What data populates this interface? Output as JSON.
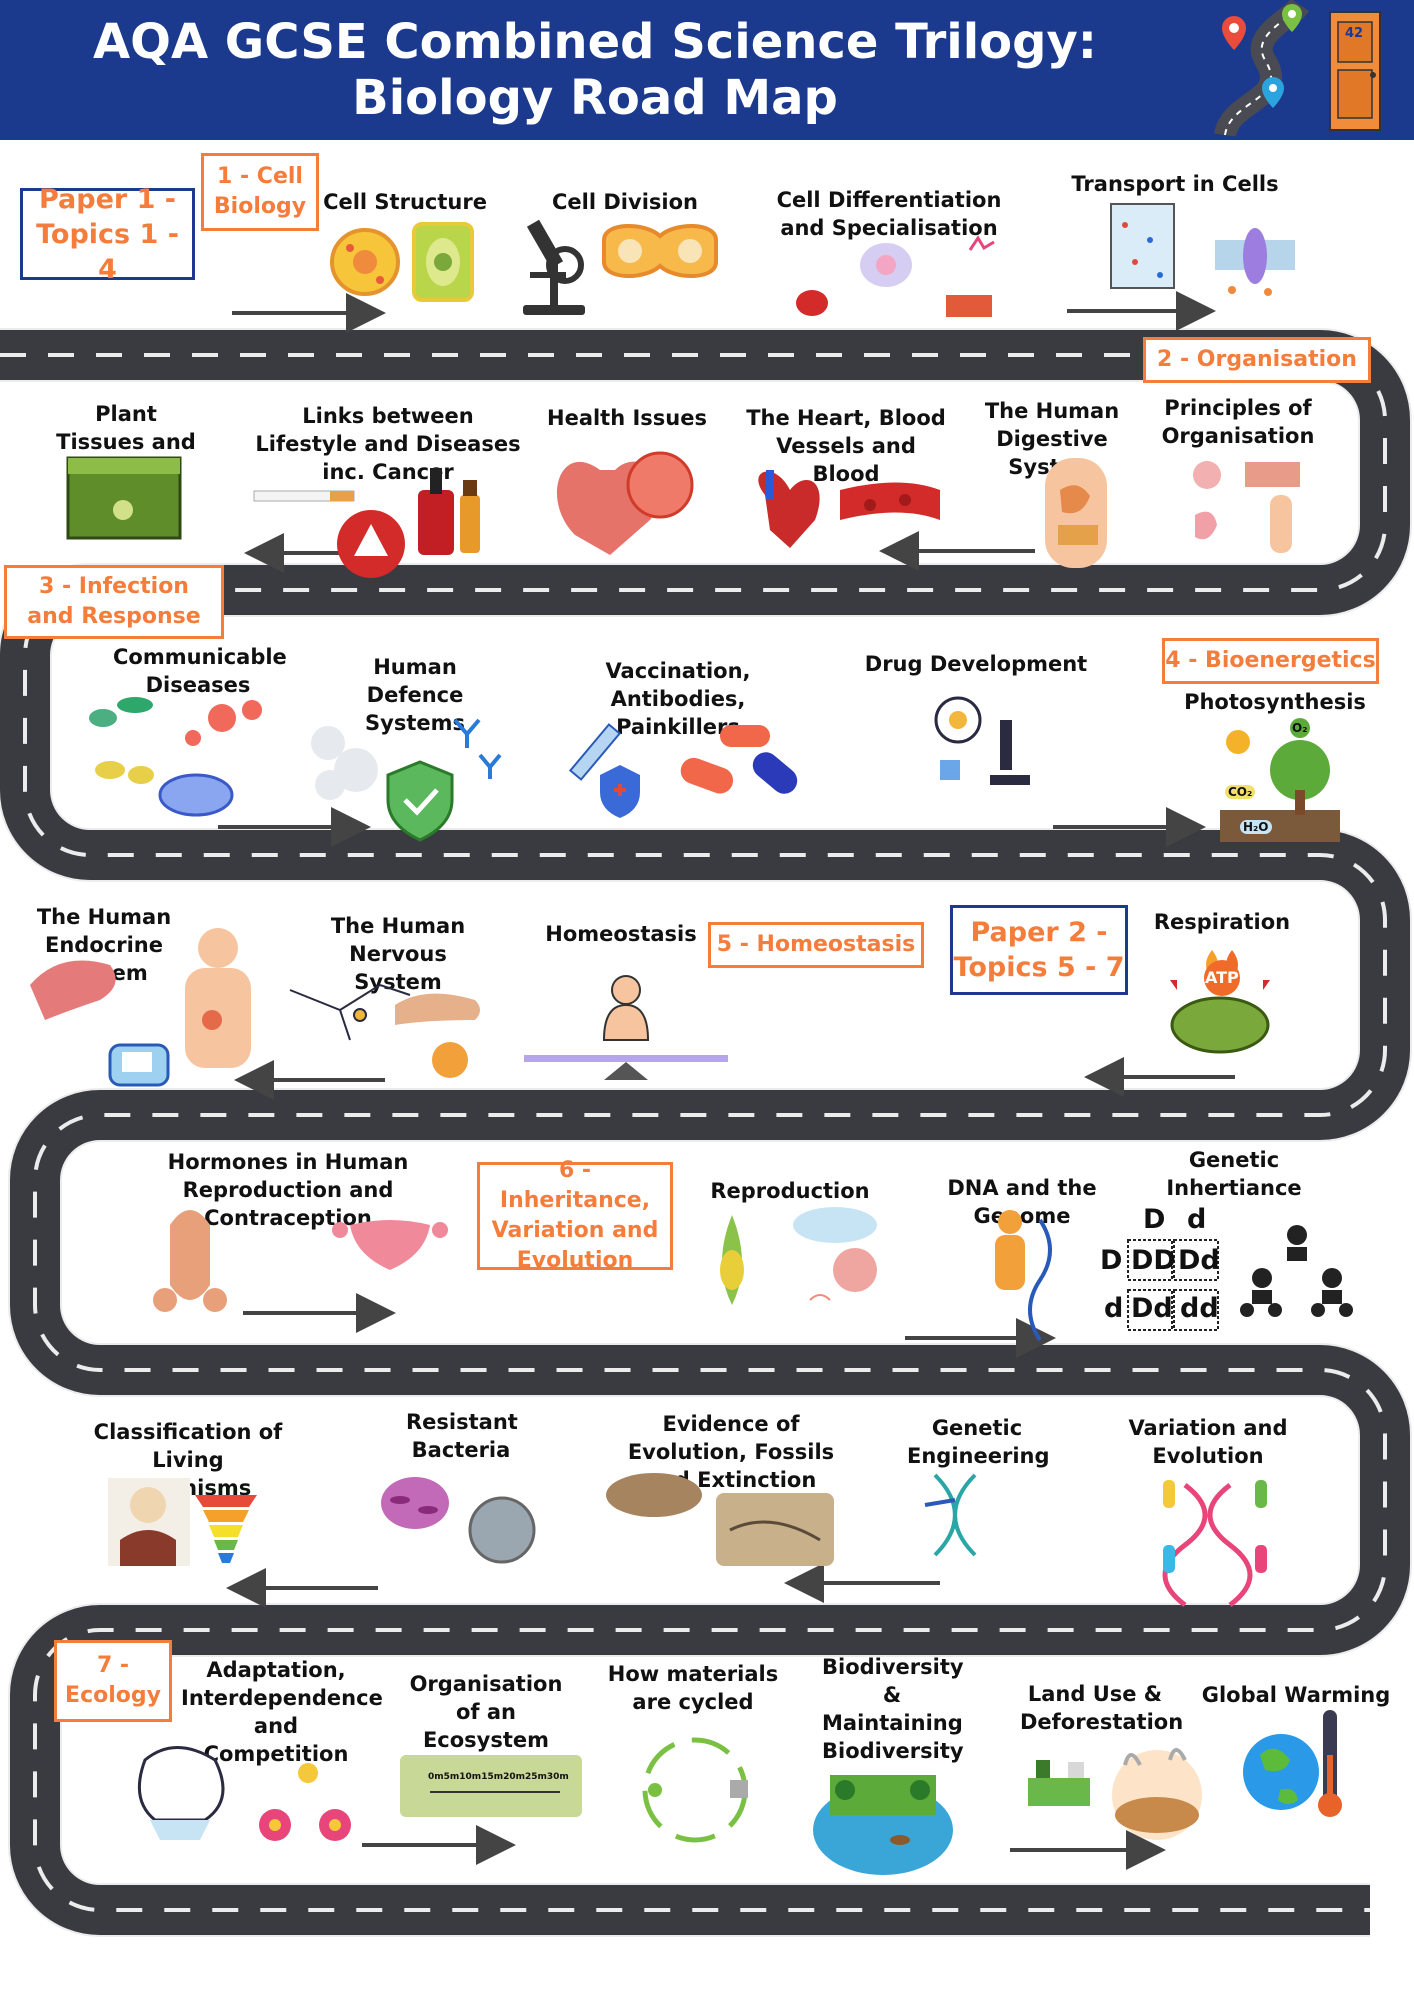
{
  "header": {
    "title_line1": "AQA GCSE Combined Science Trilogy:",
    "title_line2": "Biology Road Map"
  },
  "papers": [
    {
      "label": "Paper 1 - Topics 1 - 4"
    },
    {
      "label": "Paper 2 - Topics  5 - 7"
    }
  ],
  "topics": [
    {
      "label": "1 - Cell Biology"
    },
    {
      "label": "2 - Organisation"
    },
    {
      "label": "3 - Infection and Response"
    },
    {
      "label": "4 - Bioenergetics"
    },
    {
      "label": "5 - Homeostasis"
    },
    {
      "label": "6 - Inheritance, Variation and Evolution"
    },
    {
      "label": "7 - Ecology"
    }
  ],
  "row1": [
    "Cell Structure",
    "Cell Division",
    "Cell Differentiation and Specialisation",
    "Transport in Cells"
  ],
  "row2": [
    "Plant Tissues and Organs",
    "Links between Lifestyle and Diseases inc. Cancer",
    "Health Issues",
    "The Heart, Blood Vessels and Blood",
    "The Human Digestive System",
    "Principles of Organisation"
  ],
  "row3": [
    "Communicable Diseases",
    "Human Defence Systems",
    "Vaccination, Antibodies, Painkillers",
    "Drug Development",
    "Photosynthesis"
  ],
  "row4": [
    "The Human Endocrine System",
    "The Human Nervous System",
    "Homeostasis",
    "Respiration"
  ],
  "row5": [
    "Hormones in Human Reproduction and Contraception",
    "Reproduction",
    "DNA and the Genome",
    "Genetic Inhertiance"
  ],
  "row6": [
    "Classification of Living Organisms",
    "Resistant Bacteria",
    "Evidence of Evolution, Fossils and Extinction",
    "Genetic Engineering",
    "Variation and Evolution"
  ],
  "row7": [
    "Adaptation, Interdependence and Competition",
    "Organisation of an Ecosystem",
    "How materials are cycled",
    "Biodiversity & Maintaining Biodiversity",
    "Land Use & Deforestation",
    "Global Warming"
  ],
  "punnett": {
    "top": [
      "D",
      "d"
    ],
    "side": [
      "D",
      "d"
    ],
    "cells": [
      "DD",
      "Dd",
      "Dd",
      "dd"
    ]
  },
  "atp_label": "ATP",
  "door_number": "42",
  "ruler_labels": [
    "0m",
    "5m",
    "10m",
    "15m",
    "20m",
    "25m",
    "30m"
  ],
  "photo_labels": {
    "o2": "O₂",
    "co2": "CO₂",
    "h2o": "H₂O"
  },
  "colors": {
    "header": "#1b3a8e",
    "accent": "#f47d3c",
    "road": "#3e3e46",
    "road_mark": "#ffffff"
  }
}
